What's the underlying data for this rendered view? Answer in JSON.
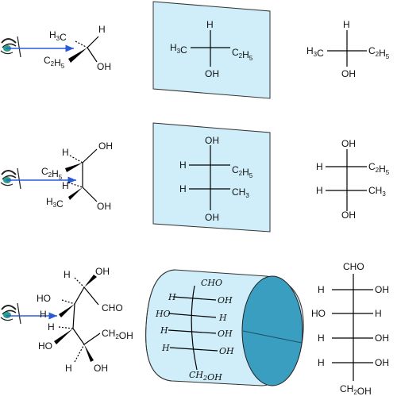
{
  "colors": {
    "plane": "#cfeefa",
    "cylinder_body": "#cfeefa",
    "cylinder_cap": "#3a9ec0",
    "arrow": "#2a5bd7",
    "eye_iris": "#2a9d8f"
  },
  "icons": [
    "eye-icon",
    "sight-arrow-icon"
  ],
  "row1": {
    "molecule_3d": {
      "h3c": "H3C",
      "h": "H",
      "c2h5": "C2H5",
      "oh": "OH"
    },
    "plane_projection": {
      "top": "H",
      "left": "H3C",
      "right": "C2H5",
      "bottom": "OH"
    },
    "fischer": {
      "top": "H",
      "left": "H3C",
      "right": "C2H5",
      "bottom": "OH"
    }
  },
  "row2": {
    "molecule_3d": {
      "oh_top": "OH",
      "h_top": "H",
      "c2h5": "C2H5",
      "h_bottom": "H",
      "h3c": "H3C",
      "oh_bottom": "OH"
    },
    "plane_projection": {
      "top": "OH",
      "h1": "H",
      "r1": "C2H5",
      "h2": "H",
      "r2": "CH3",
      "bottom": "OH"
    },
    "fischer": {
      "top": "OH",
      "h1": "H",
      "r1": "C2H5",
      "h2": "H",
      "r2": "CH3",
      "bottom": "OH"
    }
  },
  "row3": {
    "molecule_3d": {
      "h1": "H",
      "oh1": "OH",
      "ho2": "HO",
      "cho": "CHO",
      "h3": "H",
      "h4": "H",
      "ho4": "HO",
      "ch2oh": "CH2OH",
      "h5": "H",
      "oh5": "OH"
    },
    "cylinder_projection": {
      "top": "CHO",
      "rows": [
        [
          "H",
          "OH"
        ],
        [
          "HO",
          "H"
        ],
        [
          "H",
          "OH"
        ],
        [
          "H",
          "OH"
        ]
      ],
      "bottom": "CH2OH"
    },
    "fischer": {
      "top": "CHO",
      "rows": [
        [
          "H",
          "OH"
        ],
        [
          "HO",
          "H"
        ],
        [
          "H",
          "OH"
        ],
        [
          "H",
          "OH"
        ]
      ],
      "bottom": "CH2OH"
    }
  }
}
